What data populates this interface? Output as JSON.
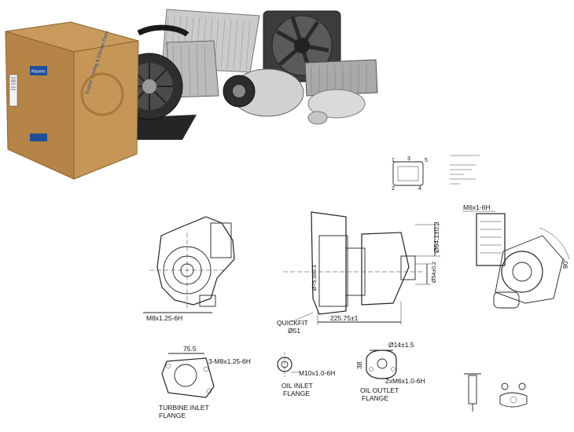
{
  "box": {
    "brand": "Nissens",
    "side_text": "Engine Cooling & Climate Parts"
  },
  "connector": {
    "pins": [
      "1",
      "3",
      "5",
      "2",
      "4"
    ]
  },
  "turbo": {
    "label_m6_top": "M6x1-6H",
    "dim_64": "Ø64.1±0.3",
    "dim_54": "Ø54±0.2",
    "dim_75": "Ø75.3±0.3",
    "dim_225": "225.75±1",
    "quickfit": "QUICKFIT",
    "quickfit_dim": "Ø51",
    "m8_left": "M8x1.25-6H",
    "angle": "90°"
  },
  "flanges": {
    "turbine_width": "75.5",
    "turbine_thread": "3-M8x1.25-6H",
    "turbine_label_1": "TURBINE INLET",
    "turbine_label_2": "FLANGE",
    "oil_inlet_thread": "M10x1.0-6H",
    "oil_inlet_label_1": "OIL INLET",
    "oil_inlet_label_2": "FLANGE",
    "oil_outlet_dim": "Ø14±1.5",
    "oil_outlet_h": "38",
    "oil_outlet_thread": "2xM6x1.0-6H",
    "oil_outlet_label_1": "OIL OUTLET",
    "oil_outlet_label_2": "FLANGE"
  }
}
